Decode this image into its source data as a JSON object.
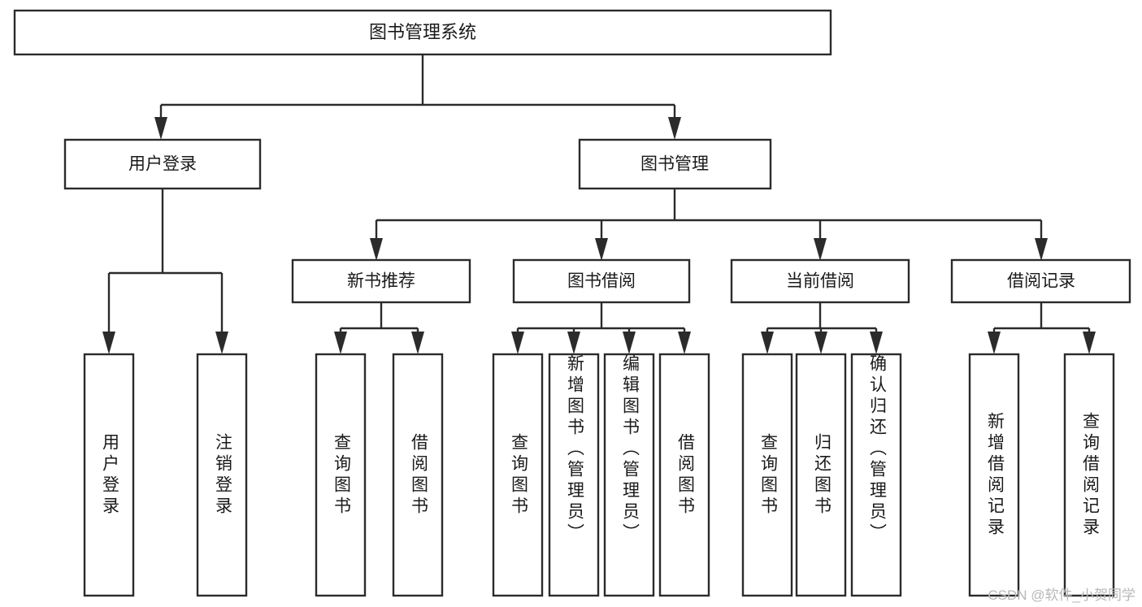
{
  "diagram": {
    "type": "tree",
    "title": "图书管理系统",
    "watermark": "CSDN @软件_小贺同学",
    "colors": {
      "box_stroke": "#2b2b2b",
      "box_fill": "#ffffff",
      "connector": "#2b2b2b",
      "text": "#1a1a1a",
      "background": "#ffffff",
      "watermark": "#b8b8b8"
    },
    "root": {
      "label": "图书管理系统"
    },
    "level2": [
      {
        "label": "用户登录"
      },
      {
        "label": "图书管理"
      }
    ],
    "level3": [
      {
        "label": "新书推荐"
      },
      {
        "label": "图书借阅"
      },
      {
        "label": "当前借阅"
      },
      {
        "label": "借阅记录"
      }
    ],
    "leaves": {
      "user_login": [
        {
          "label": "用户登录"
        },
        {
          "label": "注销登录"
        }
      ],
      "new_book_recommend": [
        {
          "label": "查询图书"
        },
        {
          "label": "借阅图书"
        }
      ],
      "book_borrow": [
        {
          "label": "查询图书"
        },
        {
          "label": "新增图书（管理员）"
        },
        {
          "label": "编辑图书（管理员）"
        },
        {
          "label": "借阅图书"
        }
      ],
      "current_borrow": [
        {
          "label": "查询图书"
        },
        {
          "label": "归还图书"
        },
        {
          "label": "确认归还（管理员）"
        }
      ],
      "borrow_record": [
        {
          "label": "新增借阅记录"
        },
        {
          "label": "查询借阅记录"
        }
      ]
    }
  }
}
